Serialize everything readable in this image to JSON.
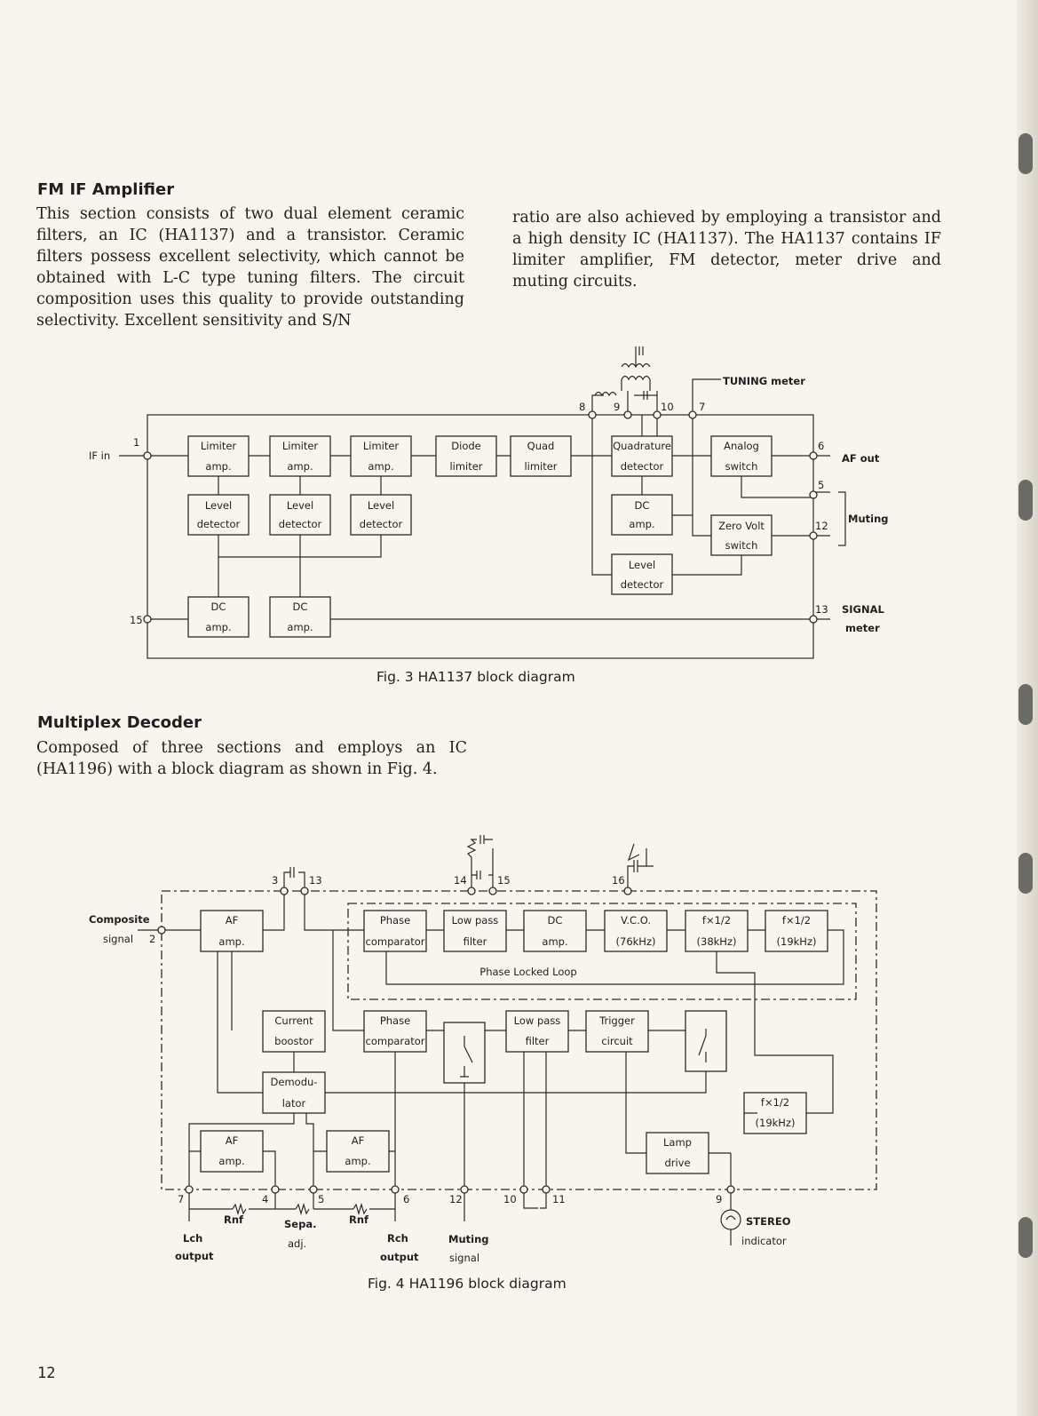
{
  "fm_section": {
    "heading": "FM IF Amplifier",
    "col1": "This section consists of two dual element ceramic filters, an IC (HA1137) and a transistor. Ceramic filters possess excellent selectivity, which cannot be obtained with L-C type tuning filters. The circuit composition uses this quality to provide outstanding selectivity. Excellent sensitivity and S/N",
    "col2": "ratio are also achieved by employing a transistor and a high density IC (HA1137). The HA1137 contains IF limiter amplifier, FM detector, meter drive and muting circuits."
  },
  "fig3": {
    "caption": "Fig. 3  HA1137 block diagram",
    "blocks": {
      "lim1": [
        "Limiter",
        "amp."
      ],
      "lim2": [
        "Limiter",
        "amp."
      ],
      "lim3": [
        "Limiter",
        "amp."
      ],
      "diode": [
        "Diode",
        "limiter"
      ],
      "quad": [
        "Quad",
        "limiter"
      ],
      "qdet": [
        "Quadrature",
        "detector"
      ],
      "analog": [
        "Analog",
        "switch"
      ],
      "lvl1": [
        "Level",
        "detector"
      ],
      "lvl2": [
        "Level",
        "detector"
      ],
      "lvl3": [
        "Level",
        "detector"
      ],
      "dcamp_r": [
        "DC",
        "amp."
      ],
      "zero": [
        "Zero Volt",
        "switch"
      ],
      "lvl_r": [
        "Level",
        "detector"
      ],
      "dc1": [
        "DC",
        "amp."
      ],
      "dc2": [
        "DC",
        "amp."
      ]
    },
    "labels": {
      "if_in": "IF in",
      "af_out": "AF out",
      "muting": "Muting",
      "signal": "SIGNAL",
      "meter": "meter",
      "tuning": "TUNING meter"
    },
    "pins": {
      "p1": "1",
      "p15": "15",
      "p8": "8",
      "p9": "9",
      "p10": "10",
      "p7": "7",
      "p6": "6",
      "p5": "5",
      "p12": "12",
      "p13": "13"
    }
  },
  "mpx_section": {
    "heading": "Multiplex Decoder",
    "body": "Composed of three sections and employs an IC (HA1196) with a block diagram as shown in Fig. 4."
  },
  "fig4": {
    "caption": "Fig. 4  HA1196 block diagram",
    "blocks": {
      "afamp": [
        "AF",
        "amp."
      ],
      "pc1": [
        "Phase",
        "comparator"
      ],
      "lpf1": [
        "Low pass",
        "filter"
      ],
      "dc": [
        "DC",
        "amp."
      ],
      "vco": [
        "V.C.O.",
        "(76kHz)"
      ],
      "div38": [
        "f×1/2",
        "(38kHz)"
      ],
      "div19": [
        "f×1/2",
        "(19kHz)"
      ],
      "boost": [
        "Current",
        "boostor"
      ],
      "pc2": [
        "Phase",
        "comparator"
      ],
      "lpf2": [
        "Low pass",
        "filter"
      ],
      "trig": [
        "Trigger",
        "circuit"
      ],
      "demod": [
        "Demodu-",
        "lator"
      ],
      "div19b": [
        "f×1/2",
        "(19kHz)"
      ],
      "afl": [
        "AF",
        "amp."
      ],
      "afr": [
        "AF",
        "amp."
      ],
      "lamp": [
        "Lamp",
        "drive"
      ]
    },
    "labels": {
      "pll": "Phase Locked Loop",
      "composite1": "Composite",
      "composite2": "signal",
      "rnf1": "Rnf",
      "rnf2": "Rnf",
      "sepa": "Sepa.",
      "adj": "adj.",
      "lch1": "Lch",
      "lch2": "output",
      "rch1": "Rch",
      "rch2": "output",
      "mute1": "Muting",
      "mute2": "signal",
      "stereo": "STEREO",
      "indicator": "indicator"
    },
    "pins": {
      "p2": "2",
      "p3": "3",
      "p13": "13",
      "p14": "14",
      "p15": "15",
      "p16": "16",
      "p7": "7",
      "p4": "4",
      "p5": "5",
      "p6": "6",
      "p12": "12",
      "p10": "10",
      "p11": "11",
      "p9": "9"
    }
  },
  "page_number": "12"
}
